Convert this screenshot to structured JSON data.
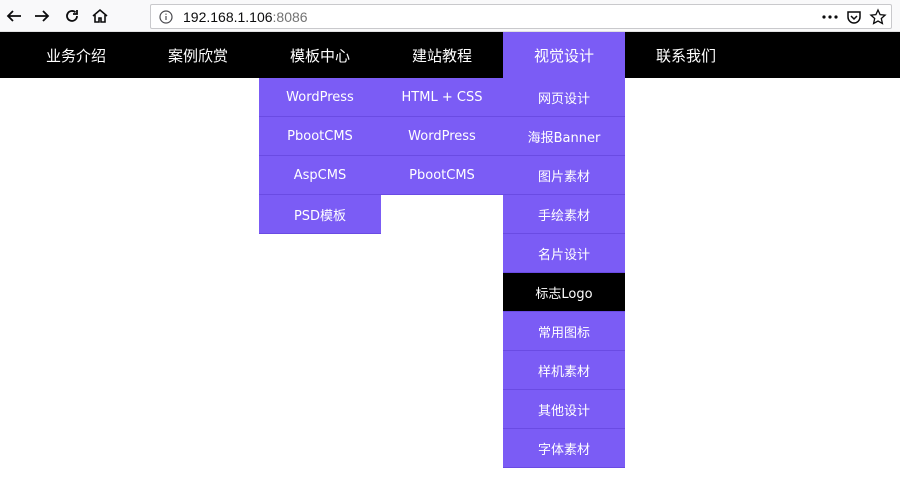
{
  "browser": {
    "url_host": "192.168.1.106",
    "url_port": ":8086",
    "icons": [
      "back-icon",
      "forward-icon",
      "reload-icon",
      "home-icon",
      "info-icon",
      "more-icon",
      "pocket-icon",
      "bookmark-star-icon"
    ]
  },
  "colors": {
    "nav_bg": "#000000",
    "accent": "#7b5cf5",
    "highlight": "#000000"
  },
  "nav": {
    "items": [
      {
        "label": "业务介绍"
      },
      {
        "label": "案例欣赏"
      },
      {
        "label": "模板中心"
      },
      {
        "label": "建站教程"
      },
      {
        "label": "视觉设计"
      },
      {
        "label": "联系我们"
      }
    ],
    "active_index": 4
  },
  "dropdowns": {
    "templates": [
      "WordPress",
      "PbootCMS",
      "AspCMS",
      "PSD模板"
    ],
    "tutorials": [
      "HTML + CSS",
      "WordPress",
      "PbootCMS"
    ],
    "design": [
      "网页设计",
      "海报Banner",
      "图片素材",
      "手绘素材",
      "名片设计",
      "标志Logo",
      "常用图标",
      "样机素材",
      "其他设计",
      "字体素材"
    ],
    "design_highlight_index": 5
  }
}
